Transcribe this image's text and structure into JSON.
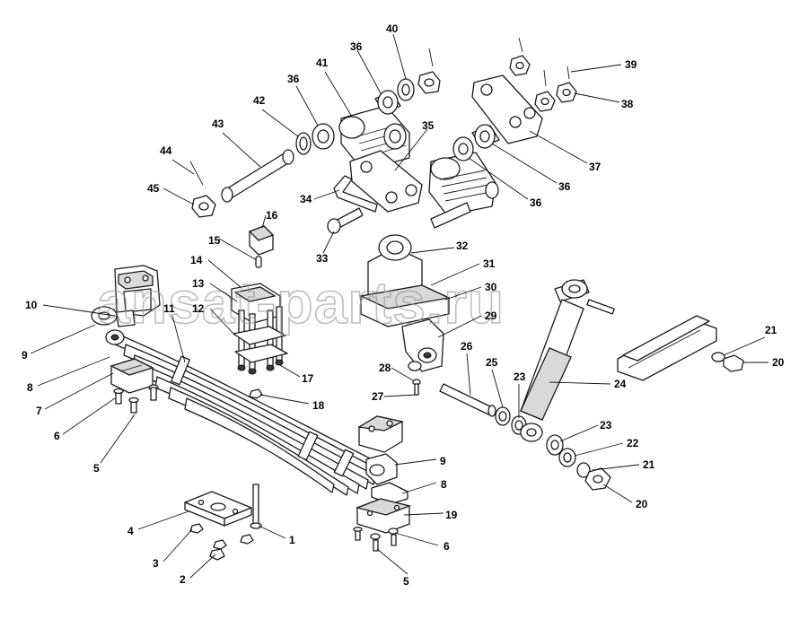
{
  "diagram": {
    "watermark": "ansat-parts.ru",
    "labels": [
      {
        "id": "l1",
        "text": "1"
      },
      {
        "id": "l2",
        "text": "2"
      },
      {
        "id": "l3",
        "text": "3"
      },
      {
        "id": "l4",
        "text": "4"
      },
      {
        "id": "l5a",
        "text": "5"
      },
      {
        "id": "l5b",
        "text": "5"
      },
      {
        "id": "l6a",
        "text": "6"
      },
      {
        "id": "l6b",
        "text": "6"
      },
      {
        "id": "l7",
        "text": "7"
      },
      {
        "id": "l8a",
        "text": "8"
      },
      {
        "id": "l8b",
        "text": "8"
      },
      {
        "id": "l9a",
        "text": "9"
      },
      {
        "id": "l9b",
        "text": "9"
      },
      {
        "id": "l10",
        "text": "10"
      },
      {
        "id": "l11",
        "text": "11"
      },
      {
        "id": "l12",
        "text": "12"
      },
      {
        "id": "l13",
        "text": "13"
      },
      {
        "id": "l14",
        "text": "14"
      },
      {
        "id": "l15",
        "text": "15"
      },
      {
        "id": "l16",
        "text": "16"
      },
      {
        "id": "l17",
        "text": "17"
      },
      {
        "id": "l18",
        "text": "18"
      },
      {
        "id": "l19",
        "text": "19"
      },
      {
        "id": "l20a",
        "text": "20"
      },
      {
        "id": "l20b",
        "text": "20"
      },
      {
        "id": "l21a",
        "text": "21"
      },
      {
        "id": "l21b",
        "text": "21"
      },
      {
        "id": "l22",
        "text": "22"
      },
      {
        "id": "l23a",
        "text": "23"
      },
      {
        "id": "l23b",
        "text": "23"
      },
      {
        "id": "l24",
        "text": "24"
      },
      {
        "id": "l25",
        "text": "25"
      },
      {
        "id": "l26",
        "text": "26"
      },
      {
        "id": "l27",
        "text": "27"
      },
      {
        "id": "l28",
        "text": "28"
      },
      {
        "id": "l29",
        "text": "29"
      },
      {
        "id": "l30",
        "text": "30"
      },
      {
        "id": "l31",
        "text": "31"
      },
      {
        "id": "l32",
        "text": "32"
      },
      {
        "id": "l33",
        "text": "33"
      },
      {
        "id": "l34",
        "text": "34"
      },
      {
        "id": "l35",
        "text": "35"
      },
      {
        "id": "l36a",
        "text": "36"
      },
      {
        "id": "l36b",
        "text": "36"
      },
      {
        "id": "l36c",
        "text": "36"
      },
      {
        "id": "l36d",
        "text": "36"
      },
      {
        "id": "l37",
        "text": "37"
      },
      {
        "id": "l38",
        "text": "38"
      },
      {
        "id": "l39",
        "text": "39"
      },
      {
        "id": "l40",
        "text": "40"
      },
      {
        "id": "l41",
        "text": "41"
      },
      {
        "id": "l42",
        "text": "42"
      },
      {
        "id": "l43",
        "text": "43"
      },
      {
        "id": "l44",
        "text": "44"
      },
      {
        "id": "l45",
        "text": "45"
      }
    ]
  }
}
